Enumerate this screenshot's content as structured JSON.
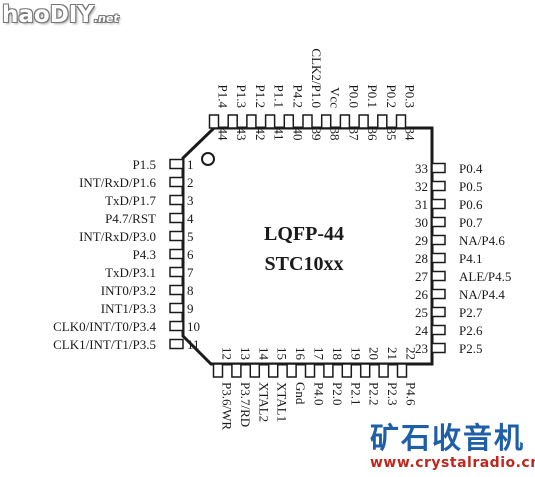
{
  "chip": {
    "package": "LQFP-44",
    "model": "STC10xx"
  },
  "pins": {
    "left": [
      {
        "num": "1",
        "label": "P1.5"
      },
      {
        "num": "2",
        "label": "INT/RxD/P1.6"
      },
      {
        "num": "3",
        "label": "TxD/P1.7"
      },
      {
        "num": "4",
        "label": "P4.7/RST"
      },
      {
        "num": "5",
        "label": "INT/RxD/P3.0"
      },
      {
        "num": "6",
        "label": "P4.3"
      },
      {
        "num": "7",
        "label": "TxD/P3.1"
      },
      {
        "num": "8",
        "label": "INT0/P3.2"
      },
      {
        "num": "9",
        "label": "INT1/P3.3"
      },
      {
        "num": "10",
        "label": "CLK0/INT/T0/P3.4"
      },
      {
        "num": "11",
        "label": "CLK1/INT/T1/P3.5"
      }
    ],
    "bottom": [
      {
        "num": "12",
        "label": "P3.6/WR"
      },
      {
        "num": "13",
        "label": "P3.7/RD"
      },
      {
        "num": "14",
        "label": "XTAL2"
      },
      {
        "num": "15",
        "label": "XTAL1"
      },
      {
        "num": "16",
        "label": "Gnd"
      },
      {
        "num": "17",
        "label": "P4.0"
      },
      {
        "num": "18",
        "label": "P2.0"
      },
      {
        "num": "19",
        "label": "P2.1"
      },
      {
        "num": "20",
        "label": "P2.2"
      },
      {
        "num": "21",
        "label": "P2.3"
      },
      {
        "num": "22",
        "label": "P4.6"
      }
    ],
    "right": [
      {
        "num": "23",
        "label": "P2.5"
      },
      {
        "num": "24",
        "label": "P2.6"
      },
      {
        "num": "25",
        "label": "P2.7"
      },
      {
        "num": "26",
        "label": "NA/P4.4"
      },
      {
        "num": "27",
        "label": "ALE/P4.5"
      },
      {
        "num": "28",
        "label": "P4.1"
      },
      {
        "num": "29",
        "label": "NA/P4.6"
      },
      {
        "num": "30",
        "label": "P0.7"
      },
      {
        "num": "31",
        "label": "P0.6"
      },
      {
        "num": "32",
        "label": "P0.5"
      },
      {
        "num": "33",
        "label": "P0.4"
      }
    ],
    "top": [
      {
        "num": "34",
        "label": "P0.3"
      },
      {
        "num": "35",
        "label": "P0.2"
      },
      {
        "num": "36",
        "label": "P0.1"
      },
      {
        "num": "37",
        "label": "P0.0"
      },
      {
        "num": "38",
        "label": "Vcc"
      },
      {
        "num": "39",
        "label": "CLK2/P1.0"
      },
      {
        "num": "40",
        "label": "P4.2"
      },
      {
        "num": "41",
        "label": "P1.1"
      },
      {
        "num": "42",
        "label": "P1.2"
      },
      {
        "num": "43",
        "label": "P1.3"
      },
      {
        "num": "44",
        "label": "P1.4"
      }
    ]
  },
  "watermarks": {
    "logo": "haoDIY",
    "logo_suffix": ".net",
    "brand": "矿石收音机",
    "site": "www.crystalradio.cn"
  }
}
